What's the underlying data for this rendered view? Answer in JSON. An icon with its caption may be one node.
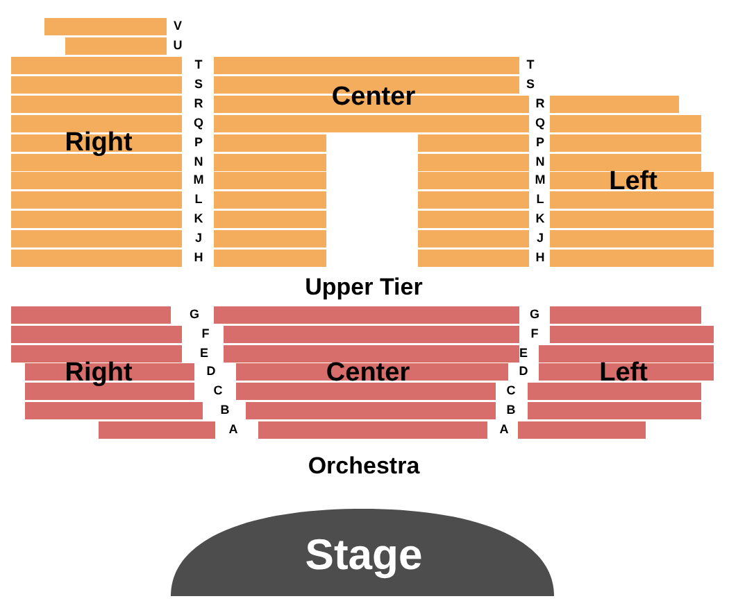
{
  "diagram": {
    "nodes": [
      {
        "text": [
          "Right"
        ]
      },
      {
        "text": [
          "Center"
        ]
      },
      {
        "text": [
          "Left"
        ]
      },
      {
        "text": [
          "Right"
        ]
      },
      {
        "text": [
          "Center"
        ]
      },
      {
        "text": [
          "Left"
        ]
      },
      {
        "text": [
          "Stage"
        ]
      }
    ],
    "labels": [
      "V",
      "U",
      "T",
      "T",
      "S",
      "S",
      "R",
      "R",
      "Q",
      "Q",
      "P",
      "P",
      "N",
      "N",
      "M",
      "M",
      "L",
      "L",
      "K",
      "K",
      "J",
      "J",
      "H",
      "H",
      "Upper Tier",
      "G",
      "G",
      "F",
      "F",
      "E",
      "E",
      "D",
      "D",
      "C",
      "C",
      "B",
      "B",
      "A",
      "A",
      "Orchestra"
    ]
  }
}
